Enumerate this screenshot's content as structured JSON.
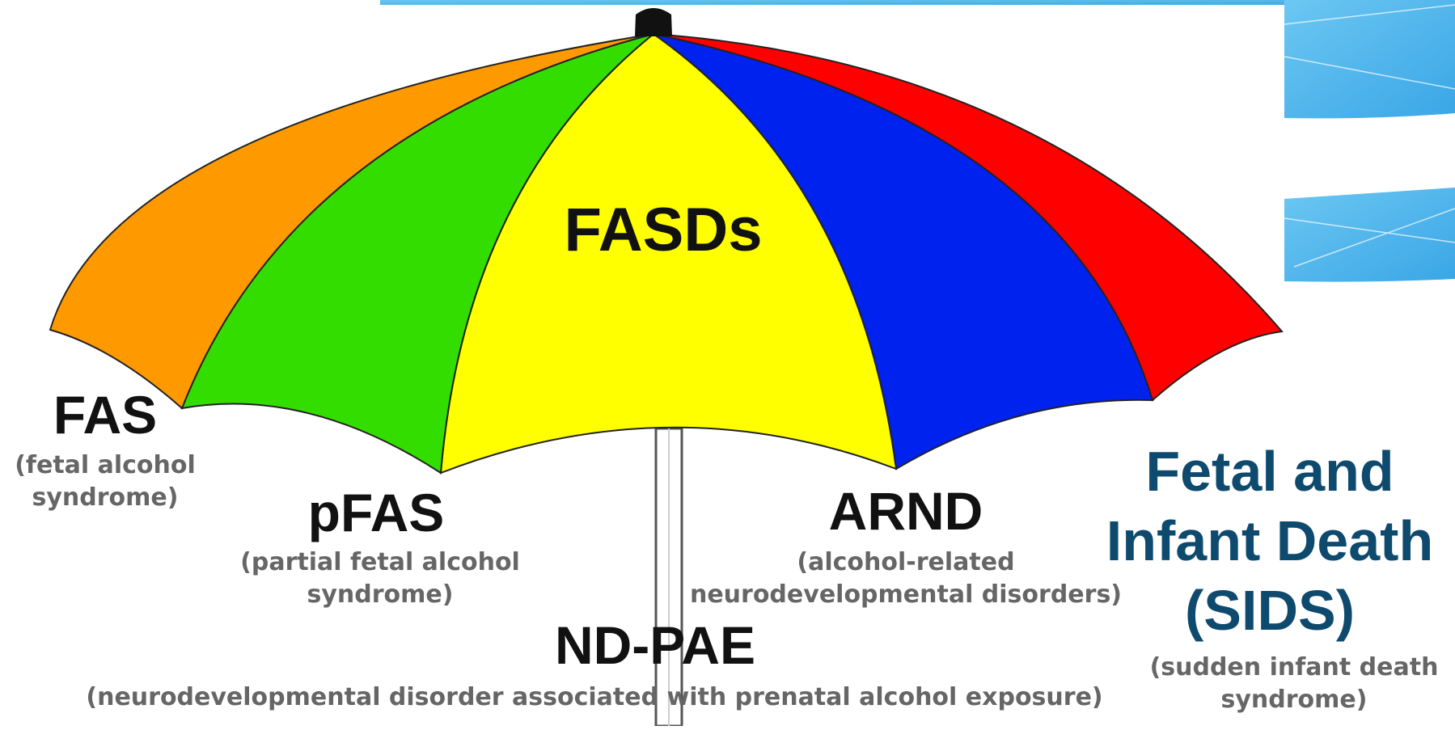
{
  "center_label": "FASDs",
  "items": [
    {
      "abbr": "FAS",
      "desc_line1": "(fetal alcohol",
      "desc_line2": "syndrome)"
    },
    {
      "abbr": "pFAS",
      "desc_line1": "(partial fetal alcohol",
      "desc_line2": "syndrome)"
    },
    {
      "abbr": "ARND",
      "desc_line1": "(alcohol-related",
      "desc_line2": "neurodevelopmental disorders)"
    },
    {
      "abbr": "ND-PAE",
      "desc_line1": "(neurodevelopmental disorder associated with prenatal alcohol exposure)"
    }
  ],
  "outside": {
    "title_line1": "Fetal and",
    "title_line2": "Infant Death",
    "title_line3": "(SIDS)",
    "desc_line1": "(sudden infant death",
    "desc_line2": "syndrome)"
  },
  "colors": {
    "orange": "#ff9900",
    "green": "#33dd00",
    "yellow": "#ffff00",
    "blue": "#0022ee",
    "red": "#ff0000",
    "title_blue": "#0e4a6e",
    "desc_gray": "#666666",
    "sky_blue": "#55bbee"
  }
}
